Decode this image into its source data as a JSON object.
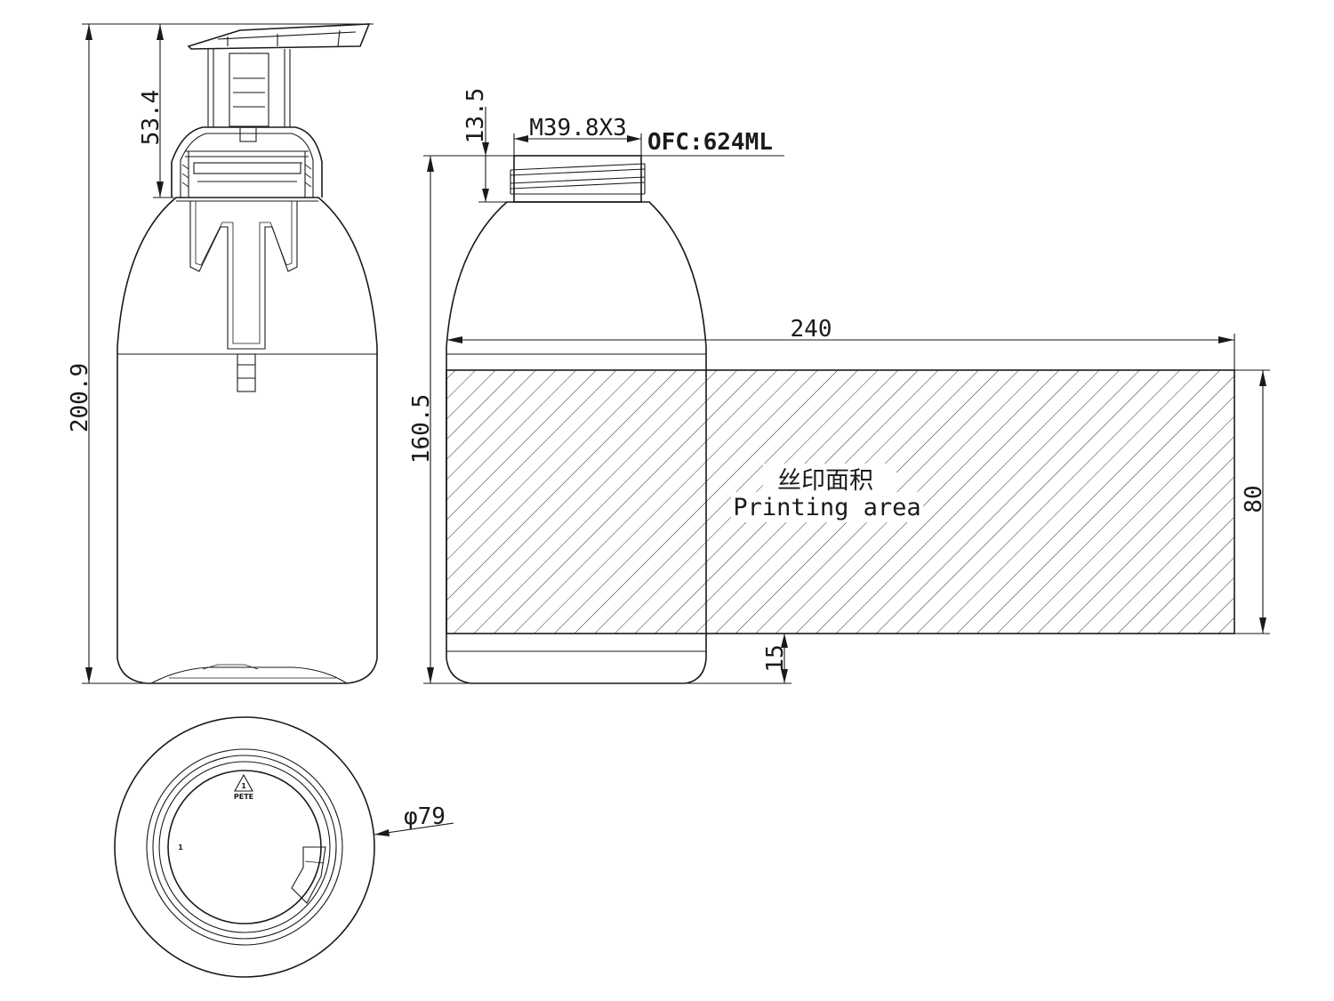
{
  "dimensions": {
    "total_height": "200.9",
    "pump_height": "53.4",
    "neck_height": "13.5",
    "bottle_height": "160.5",
    "neck_thread": "M39.8X3",
    "capacity": "OFC:624ML",
    "label_width": "240",
    "label_height": "80",
    "bottom_offset": "15",
    "diameter": "φ79"
  },
  "printing_area": {
    "label_cn": "丝印面积",
    "label_en": "Printing area"
  },
  "bottom_marks": {
    "recycle_code": "PETE",
    "mold_number": "1"
  }
}
